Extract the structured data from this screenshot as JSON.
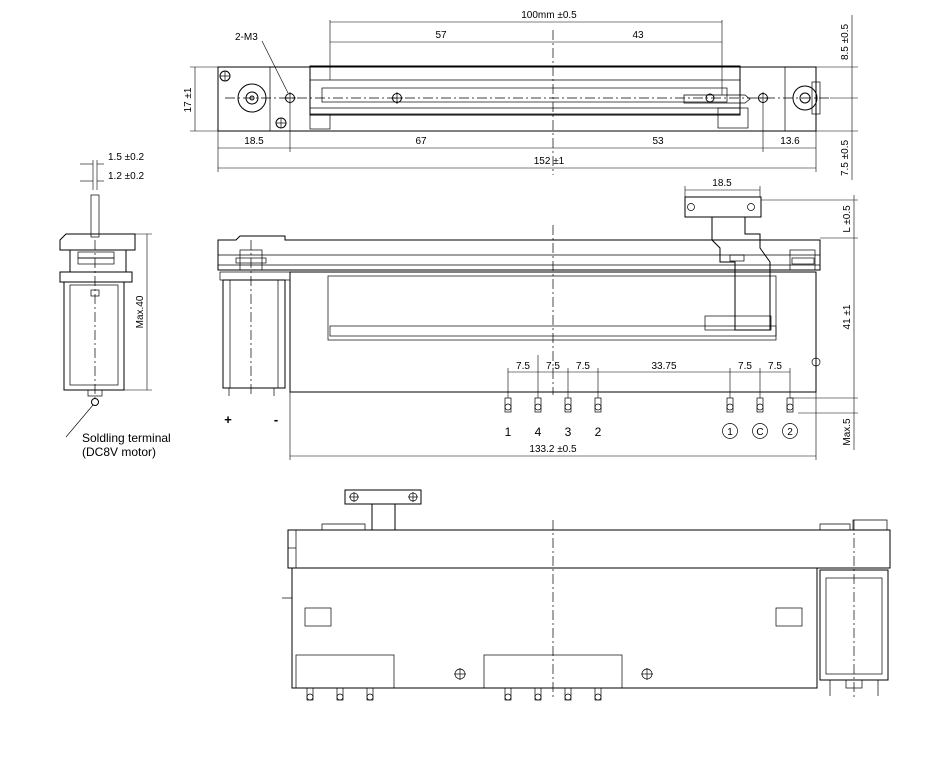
{
  "dimensions": {
    "top_total_travel": "100mm ±0.5",
    "top_left": "57",
    "top_right": "43",
    "mount_hole": "2-M3",
    "height_left": "17 ±1",
    "right_top": "8.5 ±0.5",
    "right_bottom": "7.5 ±0.5",
    "bottom_a": "18.5",
    "bottom_b": "67",
    "bottom_c": "53",
    "bottom_d": "13.6",
    "total_length": "152 ±1",
    "knob_width": "18.5",
    "l_dim": "L ±0.5",
    "height_41": "41 ±1",
    "pitch_1": "7.5",
    "pitch_2": "7.5",
    "pitch_3": "7.5",
    "pitch_4": "33.75",
    "pitch_5": "7.5",
    "pitch_6": "7.5",
    "max5": "Max.5",
    "frame_length": "133.2 ±0.5",
    "side_pitch_1": "1.5 ±0.2",
    "side_pitch_2": "1.2 ±0.2",
    "max40": "Max.40"
  },
  "terminals": {
    "t1": "1",
    "t4": "4",
    "t3": "3",
    "t2": "2",
    "c1": "1",
    "cc": "C",
    "c2": "2"
  },
  "motor": {
    "plus": "+",
    "minus": "-",
    "label_line1": "Soldling terminal",
    "label_line2": "(DC8V motor)"
  }
}
